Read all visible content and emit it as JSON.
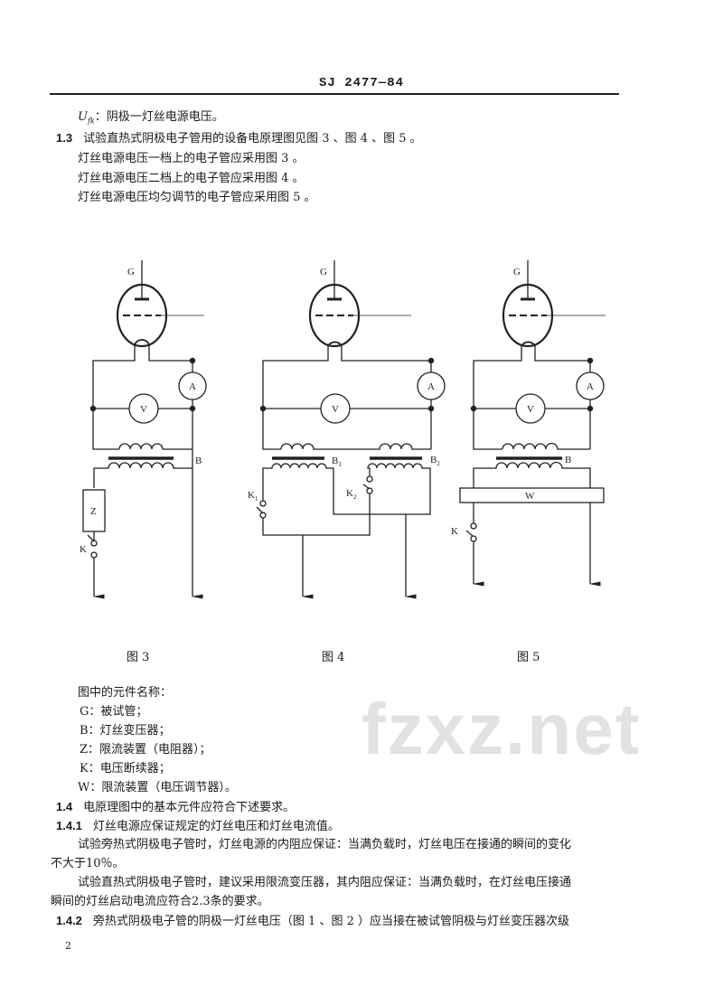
{
  "header": {
    "doc_code": "SJ 2477—84"
  },
  "watermark": "fzxz.net",
  "intro": {
    "ufk_symbol": "U",
    "ufk_sub": "fk",
    "ufk_text": "：阴极一灯丝电源电压。",
    "s13_num": "1.3",
    "s13_text": "试验直热式阴极电子管用的设备电原理图见图 3 、图 4 、图 5 。",
    "lines": [
      "灯丝电源电压一档上的电子管应采用图 3 。",
      "灯丝电源电压二档上的电子管应采用图 4 。",
      "灯丝电源电压均匀调节的电子管应采用图 5 。"
    ]
  },
  "figures": {
    "labels": {
      "G": "G",
      "A": "A",
      "V": "V",
      "B": "B",
      "B1": "B",
      "B1_sub": "1",
      "B2": "B",
      "B2_sub": "2",
      "Z": "Z",
      "K": "K",
      "K1": "K",
      "K1_sub": "1",
      "K2": "K",
      "K2_sub": "2",
      "W": "W"
    },
    "captions": [
      "图 3",
      "图 4",
      "图 5"
    ]
  },
  "legend": {
    "title": "图中的元件名称：",
    "items": [
      "G：被试管；",
      "B：灯丝变压器；",
      "Z：限流装置（电阻器）；",
      "K：电压断续器；",
      "W：限流装置（电压调节器）。"
    ]
  },
  "body": {
    "s14_num": "1.4",
    "s14_text": "电原理图中的基本元件应符合下述要求。",
    "s141_num": "1.4.1",
    "s141_text": "灯丝电源应保证规定的灯丝电压和灯丝电流值。",
    "p1_line1": "试验旁热式阴极电子管时，灯丝电源的内阻应保证：当满负载时，灯丝电压在接通的瞬间的变化",
    "p1_line2": "不大于10％。",
    "p2_line1": "试验直热式阴极电子管时，建议采用限流变压器，其内阻应保证：当满负载时，在灯丝电压接通",
    "p2_line2": "瞬间的灯丝启动电流应符合2.3条的要求。",
    "s142_num": "1.4.2",
    "s142_text": "旁热式阴极电子管的阴极一灯丝电压（图 1 、图 2 ）应当接在被试管阴极与灯丝变压器次级"
  },
  "page_number": "2"
}
